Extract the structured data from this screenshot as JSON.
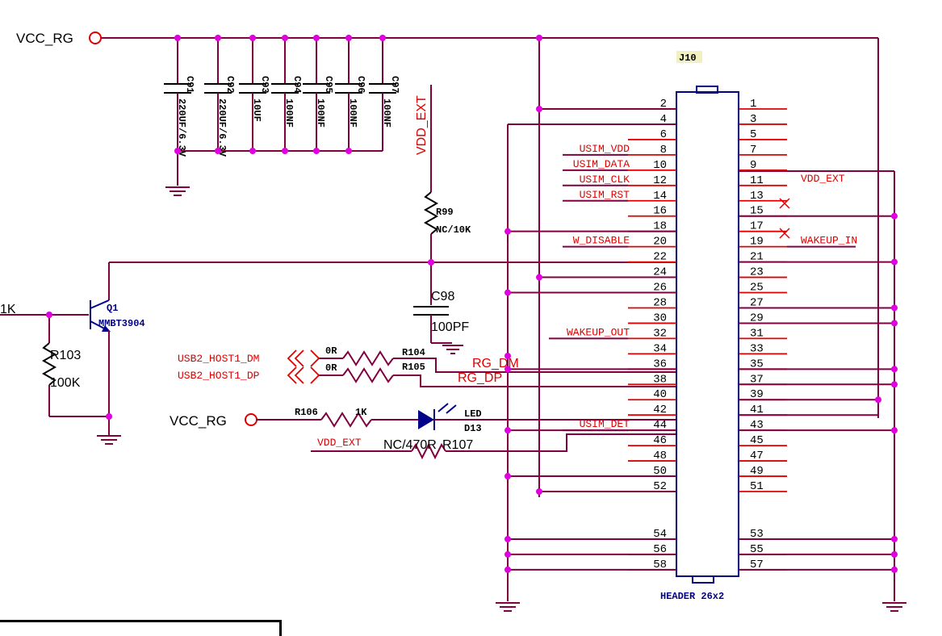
{
  "power": {
    "vcc_rg_top": "VCC_RG",
    "vcc_rg_led": "VCC_RG",
    "vdd_ext_vertical": "VDD_EXT",
    "vdd_ext_r107": "VDD_EXT",
    "vdd_ext_pin11": "VDD_EXT"
  },
  "capacitors": [
    {
      "ref": "C91",
      "value": "220UF/6.3V"
    },
    {
      "ref": "C92",
      "value": "220UF/6.3V"
    },
    {
      "ref": "C93",
      "value": "10UF"
    },
    {
      "ref": "C94",
      "value": "100NF"
    },
    {
      "ref": "C95",
      "value": "100NF"
    },
    {
      "ref": "C96",
      "value": "100NF"
    },
    {
      "ref": "C97",
      "value": "100NF"
    }
  ],
  "c98": {
    "ref": "C98",
    "value": "100PF"
  },
  "r99": {
    "ref": "R99",
    "value": "NC/10K"
  },
  "r103": {
    "ref": "R103",
    "value": "100K"
  },
  "r104": {
    "ref": "R104",
    "value": "0R"
  },
  "r105": {
    "ref": "R105",
    "value": "0R"
  },
  "r106": {
    "ref": "R106",
    "value": "1K"
  },
  "r107": {
    "ref": "R107",
    "value": "NC/470R"
  },
  "q1": {
    "ref": "Q1",
    "value": "MMBT3904",
    "base_resistor_value": "1K"
  },
  "led": {
    "ref": "D13",
    "value": "LED"
  },
  "connector": {
    "ref": "J10",
    "value": "HEADER 26x2"
  },
  "usb": {
    "dm": "USB2_HOST1_DM",
    "dp": "USB2_HOST1_DP",
    "rg_dm": "RG_DM",
    "rg_dp": "RG_DP"
  },
  "left_pins": [
    {
      "num": "2",
      "net": ""
    },
    {
      "num": "4",
      "net": ""
    },
    {
      "num": "6",
      "net": ""
    },
    {
      "num": "8",
      "net": "USIM_VDD"
    },
    {
      "num": "10",
      "net": "USIM_DATA"
    },
    {
      "num": "12",
      "net": "USIM_CLK"
    },
    {
      "num": "14",
      "net": "USIM_RST"
    },
    {
      "num": "16",
      "net": ""
    },
    {
      "num": "18",
      "net": ""
    },
    {
      "num": "20",
      "net": "W_DISABLE"
    },
    {
      "num": "22",
      "net": ""
    },
    {
      "num": "24",
      "net": ""
    },
    {
      "num": "26",
      "net": ""
    },
    {
      "num": "28",
      "net": ""
    },
    {
      "num": "30",
      "net": ""
    },
    {
      "num": "32",
      "net": "WAKEUP_OUT"
    },
    {
      "num": "34",
      "net": ""
    },
    {
      "num": "36",
      "net": ""
    },
    {
      "num": "38",
      "net": ""
    },
    {
      "num": "40",
      "net": ""
    },
    {
      "num": "42",
      "net": ""
    },
    {
      "num": "44",
      "net": "USIM_DET"
    },
    {
      "num": "46",
      "net": ""
    },
    {
      "num": "48",
      "net": ""
    },
    {
      "num": "50",
      "net": ""
    },
    {
      "num": "52",
      "net": ""
    },
    {
      "num": "54",
      "net": ""
    },
    {
      "num": "56",
      "net": ""
    },
    {
      "num": "58",
      "net": ""
    }
  ],
  "right_pins": [
    {
      "num": "1",
      "net": ""
    },
    {
      "num": "3",
      "net": ""
    },
    {
      "num": "5",
      "net": ""
    },
    {
      "num": "7",
      "net": ""
    },
    {
      "num": "9",
      "net": ""
    },
    {
      "num": "11",
      "net": "VDD_EXT"
    },
    {
      "num": "13",
      "net": ""
    },
    {
      "num": "15",
      "net": ""
    },
    {
      "num": "17",
      "net": ""
    },
    {
      "num": "19",
      "net": "WAKEUP_IN"
    },
    {
      "num": "21",
      "net": ""
    },
    {
      "num": "23",
      "net": ""
    },
    {
      "num": "25",
      "net": ""
    },
    {
      "num": "27",
      "net": ""
    },
    {
      "num": "29",
      "net": ""
    },
    {
      "num": "31",
      "net": ""
    },
    {
      "num": "33",
      "net": ""
    },
    {
      "num": "35",
      "net": ""
    },
    {
      "num": "37",
      "net": ""
    },
    {
      "num": "39",
      "net": ""
    },
    {
      "num": "41",
      "net": ""
    },
    {
      "num": "43",
      "net": ""
    },
    {
      "num": "45",
      "net": ""
    },
    {
      "num": "47",
      "net": ""
    },
    {
      "num": "49",
      "net": ""
    },
    {
      "num": "51",
      "net": ""
    },
    {
      "num": "53",
      "net": ""
    },
    {
      "num": "55",
      "net": ""
    },
    {
      "num": "57",
      "net": ""
    }
  ],
  "colors": {
    "wire": "#800040",
    "pin": "#e00000",
    "junction": "#e000e0",
    "part": "#00008b"
  }
}
